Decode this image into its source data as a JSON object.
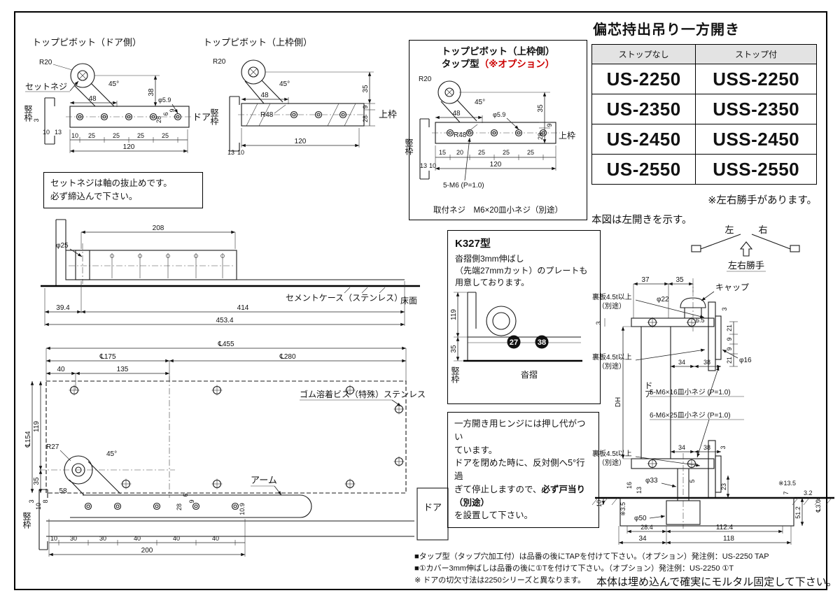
{
  "colors": {
    "red": "#cc0000",
    "line": "#1a1a1a",
    "table_header_bg": "#e3e3e3"
  },
  "product_table": {
    "heading": "偏芯持出吊り一方開き",
    "col_no_stop": "ストップなし",
    "col_with_stop": "ストップ付",
    "rows": [
      {
        "no_stop": "US-2250",
        "with_stop": "USS-2250"
      },
      {
        "no_stop": "US-2350",
        "with_stop": "USS-2350"
      },
      {
        "no_stop": "US-2450",
        "with_stop": "USS-2450"
      },
      {
        "no_stop": "US-2550",
        "with_stop": "USS-2550"
      }
    ],
    "note_handing": "※左右勝手があります。",
    "note_figure": "本図は左開きを示す。"
  },
  "handing": {
    "left": "左",
    "right": "右",
    "caption": "左右勝手"
  },
  "pivot_door": {
    "title": "トップピボット（ドア側）",
    "r20": "R20",
    "set_screw": "セットネジ",
    "angle45": "45°",
    "d38": "38",
    "d48": "48",
    "d28": "28",
    "d6": "6",
    "d9": "9",
    "phi59": "φ5.9",
    "door": "ドア",
    "jamb": "竪枠",
    "d3": "3",
    "d10": "10",
    "d13": "13",
    "p1": "10",
    "p2": "25",
    "p3": "25",
    "p4": "25",
    "p5": "25",
    "total": "120"
  },
  "pivot_frame": {
    "title": "トップピボット（上枠側）",
    "r20": "R20",
    "angle45": "45°",
    "d48": "48",
    "r48": "R48",
    "d35": "35",
    "d9": "9",
    "d28": "28",
    "top_frame": "上枠",
    "jamb": "竪枠",
    "d13": "13",
    "d10": "10",
    "total": "120"
  },
  "note_setscrew": {
    "line1": "セットネジは軸の抜止めです。",
    "line2": "必ず締込んで下さい。"
  },
  "pivot_tap": {
    "title1": "トップピボット（上枠側）",
    "title2": "タップ型",
    "title2_option": "（※オプション）",
    "r20": "R20",
    "angle45": "45°",
    "d48": "48",
    "r48": "R48",
    "phi59": "φ5.9",
    "d35": "35",
    "d9": "9",
    "d28": "28",
    "top_frame": "上枠",
    "jamb": "竪枠",
    "p1": "15",
    "p2": "20",
    "p3": "25",
    "p4": "25",
    "p5": "25",
    "total": "120",
    "d13": "13",
    "d10": "10",
    "tap_spec": "5-M6 (P=1.0)",
    "mount_screw": "取付ネジ　M6×20皿小ネジ（別途）"
  },
  "cement_case": {
    "d208": "208",
    "phi25": "φ25",
    "label": "セメントケース（ステンレス）",
    "floor": "床面",
    "d394": "39.4",
    "d414": "414",
    "d4534": "453.4"
  },
  "plan": {
    "cl455": "℄455",
    "cl175": "℄175",
    "cl280": "℄280",
    "d40": "40",
    "d135": "135",
    "cl154": "℄154",
    "d119": "119",
    "d35": "35",
    "r27": "R27",
    "angle45": "45°",
    "rubber_screw": "ゴム溶着ビス（特殊）ステンレス",
    "arm": "アーム",
    "d58": "58",
    "d3": "3",
    "d10": "10",
    "d8": "8",
    "d28": "28",
    "d6": "6",
    "d9": "9",
    "d109": "10.9",
    "p1": "10",
    "p2": "30",
    "p3": "30",
    "p4": "40",
    "p5": "40",
    "p6": "40",
    "total": "200",
    "door": "ドア",
    "jamb": "竪枠"
  },
  "note_hinge": {
    "line1": "一方開き用ヒンジには押し代がつい",
    "line2": "ています。",
    "line3": "ドアを閉めた時に、反対側へ5°行過",
    "line4a": "ぎて停止しますので、",
    "line4b": "必ず戸当り（別途）",
    "line5": "を設置して下さい。"
  },
  "k327": {
    "title": "K327型",
    "line1": "沓摺側3mm伸ばし",
    "line2": "（先端27mmカット）のプレートも",
    "line3": "用意しております。",
    "d119": "119",
    "d35": "35",
    "badge27": "27",
    "badge38": "38",
    "jamb": "竪枠",
    "sill": "沓摺"
  },
  "section": {
    "d37": "37",
    "d35": "35",
    "cap": "キャップ",
    "phi22": "φ22",
    "d3_top": "3",
    "d65": "6.5",
    "d21a": "21",
    "d9a": "9",
    "d9b": "9",
    "d21b": "21",
    "phi16": "φ16",
    "d3_left": "3",
    "backplate": "裏板4.5t以上",
    "backplate_sub": "（別途）",
    "d34_top": "34",
    "d38_top": "38",
    "screw5": "5-M6×16皿小ネジ (P=1.0)",
    "screw6": "6-M6×25皿小ネジ (P=1.0)",
    "dh": "DH",
    "door": "ドア",
    "d34_bot": "34",
    "d38_bot": "38",
    "d3_bot": "3",
    "d16": "16",
    "d13": "13",
    "phi33": "φ33",
    "d5": "5",
    "d23": "23",
    "d135": "※13.5",
    "d35_note": "※3.5",
    "d7": "7",
    "d32": "3.2",
    "d30t": "℄3.0t",
    "d10": "10",
    "phi50": "φ50",
    "d284": "28.4",
    "d1124": "112.4",
    "d34_case": "34",
    "d118": "118",
    "d512": "51.2"
  },
  "footnotes": {
    "line1": "■タップ型（タップ穴加工付）は品番の後にTAPを付けて下さい。（オプション）発注例：US-2250 TAP",
    "line2": "■①カバー3mm伸ばしは品番の後に①Tを付けて下さい。（オプション）発注例：US-2250 ①T",
    "line3": "※ ドアの切欠寸法は2250シリーズと異なります。",
    "mortar": "本体は埋め込んで確実にモルタル固定して下さい。"
  }
}
